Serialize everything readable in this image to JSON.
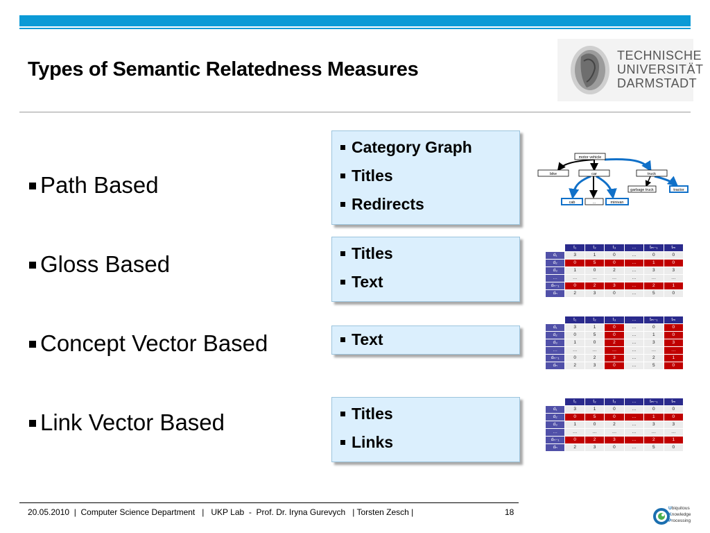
{
  "header": {
    "title": "Types of Semantic Relatedness Measures",
    "bar_color": "#0b9ad6"
  },
  "logo": {
    "lines": [
      "TECHNISCHE",
      "UNIVERSITÄT",
      "DARMSTADT"
    ],
    "icon": "university-seal-icon"
  },
  "measures": [
    {
      "label": "Path Based",
      "features": [
        "Category Graph",
        "Titles",
        "Redirects"
      ]
    },
    {
      "label": "Gloss Based",
      "features": [
        "Titles",
        "Text"
      ]
    },
    {
      "label": "Concept Vector Based",
      "features": [
        "Text"
      ]
    },
    {
      "label": "Link Vector Based",
      "features": [
        "Titles",
        "Links"
      ]
    }
  ],
  "category_graph": {
    "nodes": [
      "motor vehicle",
      "bike",
      "car",
      "truck",
      "garbage truck",
      "tractor",
      "cab",
      "…",
      "minivan"
    ]
  },
  "matrices": {
    "columns": [
      "t₁",
      "t₂",
      "t₃",
      "…",
      "tₘ₋₁",
      "tₘ"
    ],
    "rows": [
      "d₁",
      "d₂",
      "d₃",
      "…",
      "dₙ₋₁",
      "dₙ"
    ],
    "cells": [
      [
        "3",
        "1",
        "0",
        "…",
        "0",
        "0"
      ],
      [
        "0",
        "5",
        "0",
        "…",
        "1",
        "0"
      ],
      [
        "1",
        "0",
        "2",
        "…",
        "3",
        "3"
      ],
      [
        "…",
        "…",
        "…",
        "…",
        "…",
        "…"
      ],
      [
        "0",
        "2",
        "3",
        "…",
        "2",
        "1"
      ],
      [
        "2",
        "3",
        "0",
        "…",
        "5",
        "0"
      ]
    ],
    "highlight_color": "#c00000"
  },
  "footer": {
    "text": "20.05.2010  |  Computer Science Department   |   UKP Lab  -  Prof. Dr. Iryna Gurevych   | Torsten Zesch |",
    "page_number": "18",
    "ukp_lines": [
      "biquitous",
      "nowledge",
      "rocessing"
    ],
    "ukp_initials": [
      "U",
      "K",
      "P"
    ]
  }
}
